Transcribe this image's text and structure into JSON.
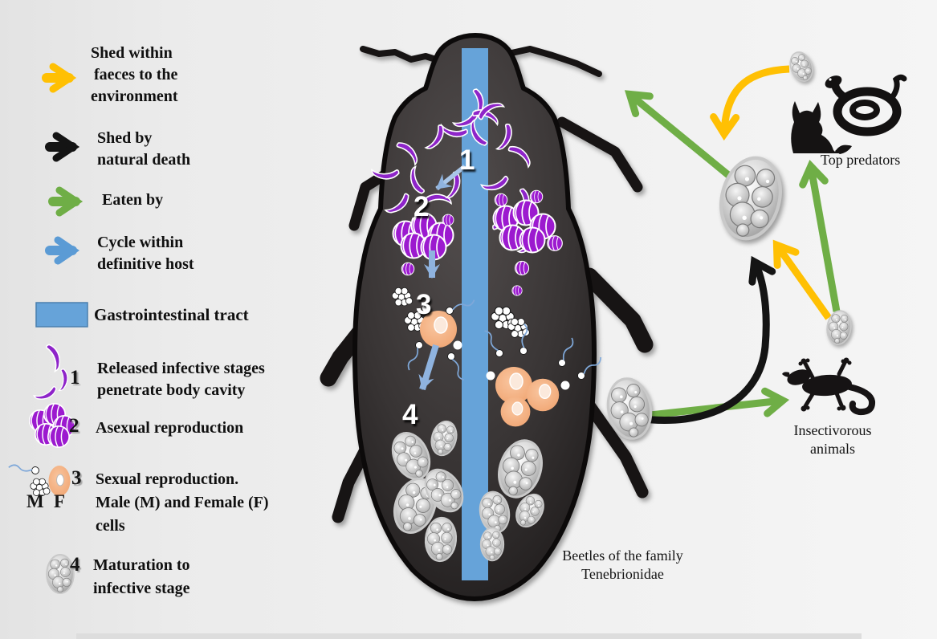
{
  "colors": {
    "yellow": "#FFC003",
    "black": "#141414",
    "green": "#6FAE46",
    "blue": "#5B9BD5",
    "blue_light": "#8FB3DF",
    "gi_tract": "#66A3D9",
    "purple": "#9C1ACF",
    "orange_cell": "#F4AE7C",
    "beetle_body": "#3c3838",
    "background": "#efefef"
  },
  "legend": {
    "arrow_items": [
      {
        "icon": "yellow-arrow-icon",
        "color": "#FFC003",
        "lines": [
          "Shed within",
          "faeces to the",
          "environment"
        ]
      },
      {
        "icon": "black-arrow-icon",
        "color": "#141414",
        "lines": [
          "Shed by",
          "natural death"
        ]
      },
      {
        "icon": "green-arrow-icon",
        "color": "#6FAE46",
        "lines": [
          "Eaten by"
        ]
      },
      {
        "icon": "blue-arrow-icon",
        "color": "#5B9BD5",
        "lines": [
          "Cycle within",
          "definitive host"
        ]
      }
    ],
    "gi_tract_label": "Gastrointestinal tract",
    "stages": [
      {
        "num": "1",
        "icon": "infective-stages-icon",
        "lines": [
          "Released infective stages",
          "penetrate body cavity"
        ]
      },
      {
        "num": "2",
        "icon": "asexual-cells-icon",
        "lines": [
          "Asexual reproduction"
        ]
      },
      {
        "num": "3",
        "icon": "male-female-cells-icon",
        "lines": [
          "Sexual reproduction.",
          "Male (M) and Female (F)",
          "cells"
        ]
      },
      {
        "num": "4",
        "icon": "oocyst-icon",
        "lines": [
          "Maturation to",
          "infective stage"
        ]
      }
    ],
    "male_label": "M",
    "female_label": "F"
  },
  "beetle": {
    "stage_numbers": [
      "1",
      "2",
      "3",
      "4"
    ],
    "caption_lines": [
      "Beetles  of the family",
      "Tenebrionidae"
    ]
  },
  "right_cycle": {
    "top_predators_label": "Top predators",
    "insectivorous_lines": [
      "Insectivorous",
      "animals"
    ],
    "icons": [
      "cat-icon",
      "snake-icon",
      "gecko-icon",
      "oocyst-icon"
    ]
  }
}
